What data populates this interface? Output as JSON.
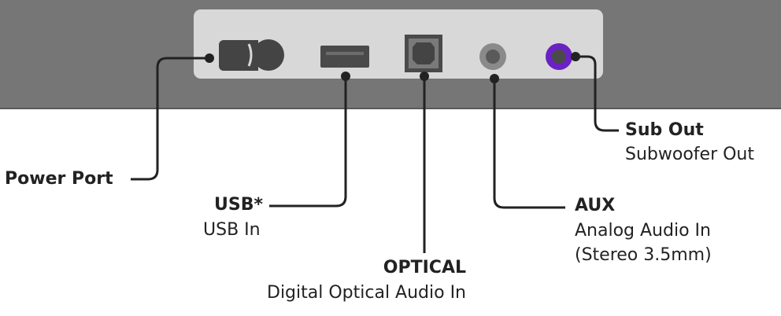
{
  "labels": {
    "power": {
      "title": "Power Port"
    },
    "usb": {
      "title": "USB*",
      "subtitle": "USB In"
    },
    "optical": {
      "title": "OPTICAL",
      "subtitle": "Digital Optical Audio In"
    },
    "aux": {
      "title": "AUX",
      "line1": "Analog Audio In",
      "line2": "(Stereo 3.5mm)"
    },
    "sub_out": {
      "title": "Sub Out",
      "subtitle": "Subwoofer Out"
    }
  },
  "colors": {
    "backdrop": "#767676",
    "panel": "#d8d8d8",
    "port_dark": "#444444",
    "sub_out_ring": "#6a22c4",
    "leader": "#222222"
  },
  "icons": [
    "power-port-icon",
    "usb-port-icon",
    "optical-port-icon",
    "aux-jack-icon",
    "sub-out-jack-icon"
  ]
}
